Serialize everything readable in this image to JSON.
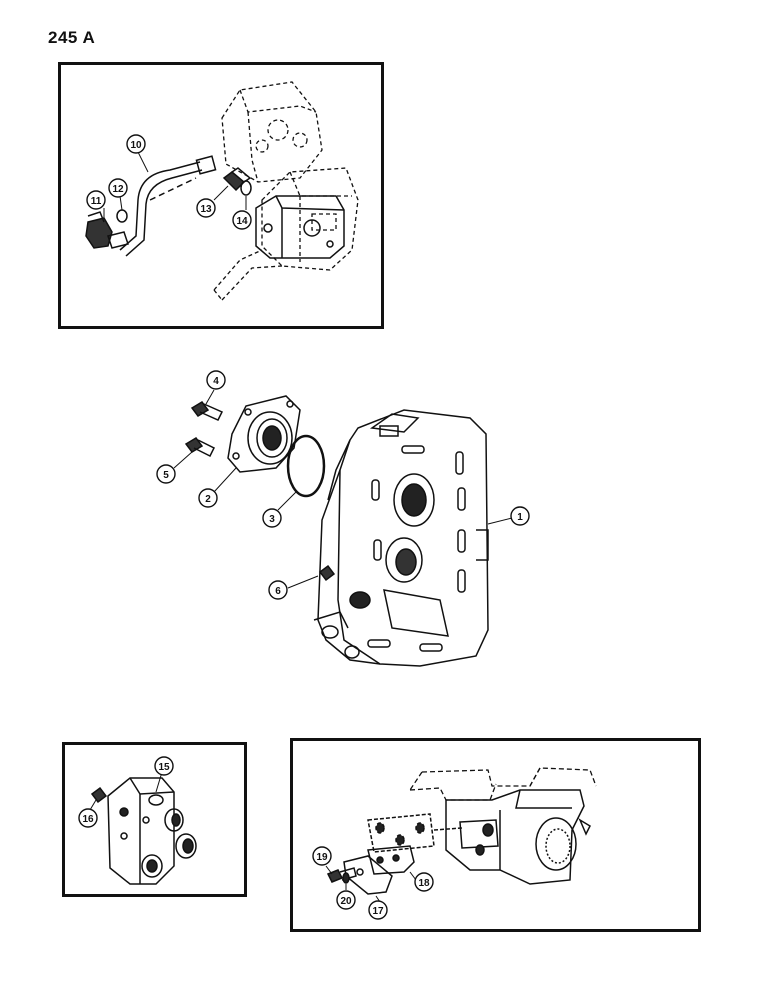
{
  "page": {
    "number": "245 A"
  },
  "callouts": {
    "c1": "1",
    "c2": "2",
    "c3": "3",
    "c4": "4",
    "c5": "5",
    "c6": "6",
    "c10": "10",
    "c11": "11",
    "c12": "12",
    "c13": "13",
    "c14": "14",
    "c15": "15",
    "c16": "16",
    "c17": "17",
    "c18": "18",
    "c19": "19",
    "c20": "20"
  }
}
